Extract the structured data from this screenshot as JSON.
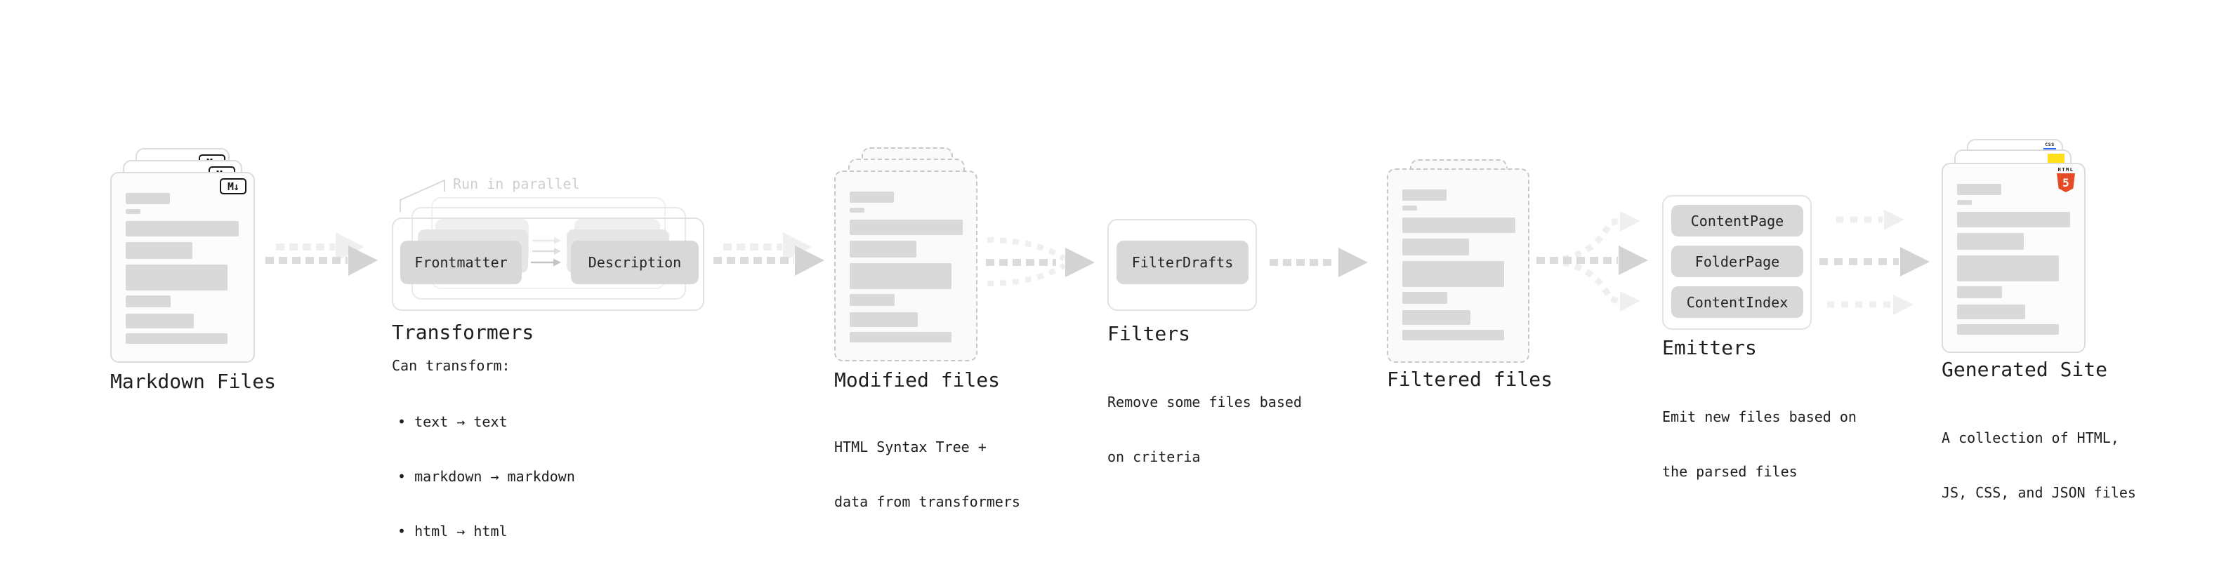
{
  "colors": {
    "ink": "#1e1e1e",
    "bar": "#d9d9d9",
    "pill": "#d8d8d8",
    "ghost-mid": "#e6e6e6",
    "ghost-back": "#efefef",
    "outline-front": "#e2e2e2",
    "outline-mid": "#e9e9e9",
    "outline-back": "#f0f0f0",
    "card-border": "#dcdcdc",
    "card-bg": "#fcfcfc",
    "dash-border": "#c7c7c7",
    "dash-bg": "#fafafa",
    "arrow": "#dbdbdb",
    "arrow-head": "#d3d3d3",
    "arrow-light": "#efefef",
    "note": "#cfcfcf",
    "html5-orange": "#e54c25",
    "js-yellow": "#ffdf1c",
    "css-blue": "#2a65f1"
  },
  "stages": {
    "markdown_files": {
      "label": "Markdown Files",
      "badge": "M↓"
    },
    "transformers": {
      "label": "Transformers",
      "note": "Run in parallel",
      "pill_left": "Frontmatter",
      "pill_right": "Description",
      "desc_title": "Can transform:",
      "desc_items": [
        "• text → text",
        "• markdown → markdown",
        "• html → html"
      ]
    },
    "modified_files": {
      "label": "Modified files",
      "desc_lines": [
        "HTML Syntax Tree +",
        "data from transformers"
      ]
    },
    "filters": {
      "label": "Filters",
      "pill": "FilterDrafts",
      "desc_lines": [
        "Remove some files based",
        "on criteria"
      ]
    },
    "filtered_files": {
      "label": "Filtered files"
    },
    "emitters": {
      "label": "Emitters",
      "pills": [
        "ContentPage",
        "FolderPage",
        "ContentIndex"
      ],
      "desc_lines": [
        "Emit new files based on",
        "the parsed files"
      ]
    },
    "generated_site": {
      "label": "Generated Site",
      "desc_lines": [
        "A collection of HTML,",
        "JS, CSS, and JSON files"
      ],
      "badge_html_top": "HTML",
      "badge_html_num": "5",
      "badge_css": "CSS"
    }
  },
  "decor": {
    "skeleton_bars": [
      [
        20,
        28,
        63,
        16
      ],
      [
        20,
        51,
        21,
        7
      ],
      [
        20,
        68,
        161,
        22
      ],
      [
        20,
        98,
        95,
        24
      ],
      [
        20,
        130,
        145,
        37
      ],
      [
        20,
        174,
        64,
        17
      ],
      [
        20,
        200,
        97,
        21
      ],
      [
        20,
        228,
        145,
        15
      ]
    ]
  }
}
